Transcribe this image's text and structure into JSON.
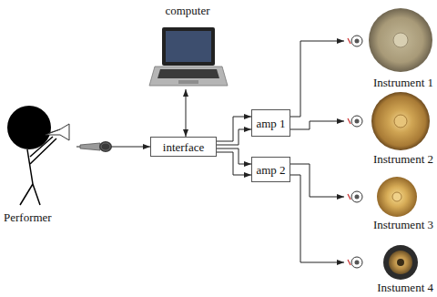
{
  "diagram": {
    "nodes": [
      {
        "text": [
          "Performer"
        ]
      },
      {
        "text": [
          "computer"
        ]
      },
      {
        "text": [
          "interface"
        ]
      },
      {
        "text": [
          "amp 1"
        ]
      },
      {
        "text": [
          "amp 2"
        ]
      },
      {
        "text": [
          "Instrument 1"
        ]
      },
      {
        "text": [
          "Instrument 2"
        ]
      },
      {
        "text": [
          "Instrument 3"
        ]
      },
      {
        "text": [
          "Instument 4"
        ]
      }
    ],
    "edges": [
      {
        "from": 0,
        "to": 2,
        "arrow": "to"
      },
      {
        "from": 1,
        "to": 2,
        "arrow": "both"
      },
      {
        "from": 2,
        "to": 3,
        "arrow": "to"
      },
      {
        "from": 2,
        "to": 3,
        "arrow": "to"
      },
      {
        "from": 2,
        "to": 4,
        "arrow": "to"
      },
      {
        "from": 2,
        "to": 4,
        "arrow": "to"
      },
      {
        "from": 3,
        "to": 5,
        "arrow": "to"
      },
      {
        "from": 3,
        "to": 6,
        "arrow": "to"
      },
      {
        "from": 4,
        "to": 7,
        "arrow": "to"
      },
      {
        "from": 4,
        "to": 8,
        "arrow": "to"
      }
    ]
  }
}
